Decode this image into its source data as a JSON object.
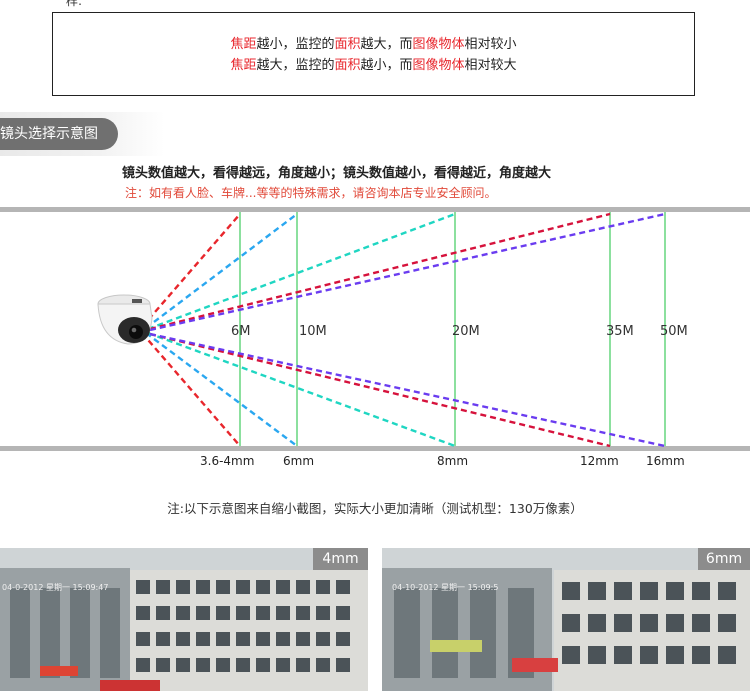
{
  "top_fragment": "样:",
  "note_box": {
    "line1": {
      "p1": "焦距",
      "p2": "越小，监控的",
      "p3": "面积",
      "p4": "越大，而",
      "p5": "图像物体",
      "p6": "相对较小"
    },
    "line2": {
      "p1": "焦距",
      "p2": "越大，监控的",
      "p3": "面积",
      "p4": "越小，而",
      "p5": "图像物体",
      "p6": "相对较大"
    }
  },
  "section_title": "镜头选择示意图",
  "caption_main": "镜头数值越大，看得越远，角度越小；镜头数值越小，看得越近，角度越大",
  "caption_red": "注：如有看人脸、车牌...等等的特殊需求，请咨询本店专业安全顾问。",
  "distance_labels": [
    "6M",
    "10M",
    "20M",
    "35M",
    "50M"
  ],
  "lens_labels": [
    "3.6-4mm",
    "6mm",
    "8mm",
    "12mm",
    "16mm"
  ],
  "footnote": "注:以下示意图来自缩小截图，实际大小更加清晰（测试机型：130万像素）",
  "photos": [
    {
      "label": "4mm",
      "timestamp": "04-0-2012  星期一  15:09:47"
    },
    {
      "label": "6mm",
      "timestamp": "04-10-2012  星期一  15:09:5"
    }
  ],
  "colors": {
    "red_text": "#e8262c",
    "beam_red": "#e8262c",
    "beam_blue": "#2aa7f0",
    "beam_cyan": "#1fd6c2",
    "beam_crimson": "#d6123c",
    "beam_purple": "#6a3cf0",
    "gridline": "#4fd06a"
  }
}
